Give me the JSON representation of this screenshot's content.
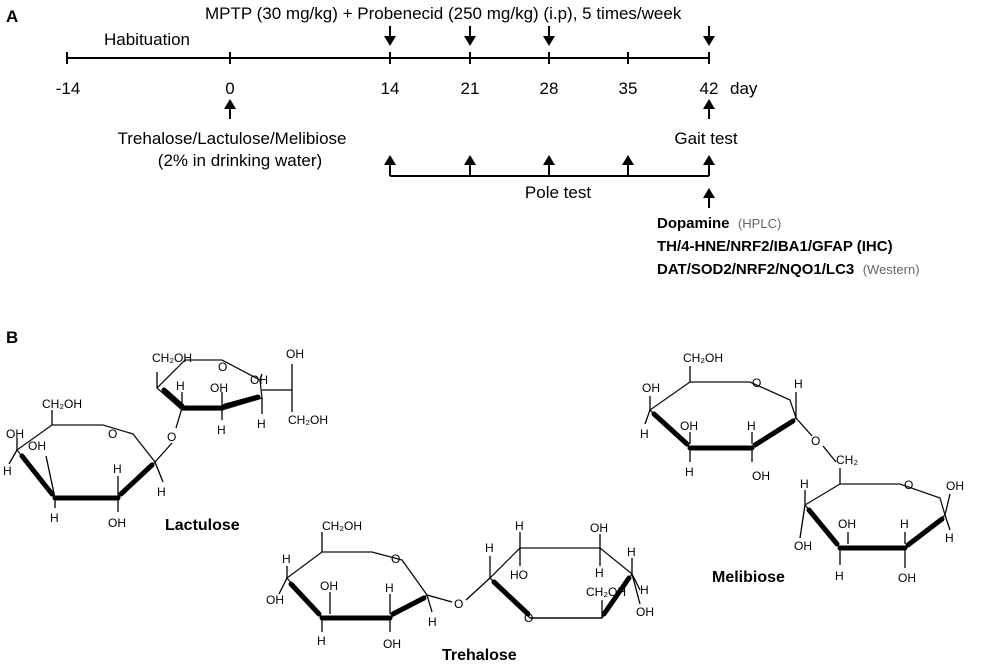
{
  "panel_a": {
    "label": "A",
    "header": "MPTP (30 mg/kg) + Probenecid (250 mg/kg) (i.p), 5 times/week",
    "habituation": "Habituation",
    "ticks": [
      "-14",
      "0",
      "14",
      "21",
      "28",
      "35",
      "42"
    ],
    "day_unit": "day",
    "treatment_line1": "Trehalose/Lactulose/Melibiose",
    "treatment_line2": "(2% in drinking water)",
    "gait_test": "Gait test",
    "pole_test": "Pole test",
    "outcomes": [
      {
        "main": "Dopamine",
        "method": "(HPLC)"
      },
      {
        "main": "TH/4-HNE/NRF2/IBA1/GFAP (IHC)",
        "method": ""
      },
      {
        "main": "DAT/SOD2/NRF2/NQO1/LC3",
        "method": "(Western)"
      }
    ]
  },
  "panel_b": {
    "label": "B",
    "structures": [
      "Lactulose",
      "Trehalose",
      "Melibiose"
    ],
    "atoms": {
      "ch2oh": "CH₂OH",
      "oh": "OH",
      "h": "H",
      "o": "O",
      "ch2": "CH₂",
      "ho": "HO"
    }
  }
}
